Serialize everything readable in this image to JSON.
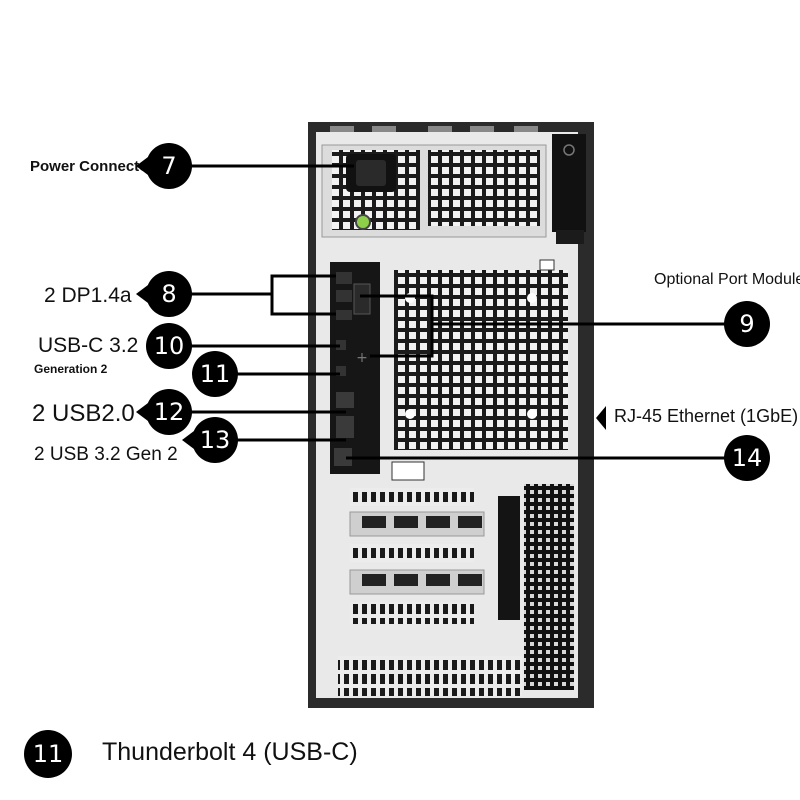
{
  "callouts": [
    {
      "num": "7",
      "label": "Power Connector"
    },
    {
      "num": "8",
      "label": "2 DP1.4a"
    },
    {
      "num": "9",
      "label": "Optional Port Module"
    },
    {
      "num": "10",
      "label": "USB-C 3.2",
      "sublabel": "Generation 2"
    },
    {
      "num": "11",
      "label": ""
    },
    {
      "num": "12",
      "label": "2 USB2.0"
    },
    {
      "num": "13",
      "label": "2 USB 3.2 Gen 2"
    },
    {
      "num": "14",
      "label": "RJ-45 Ethernet (1GbE)"
    }
  ],
  "legend": {
    "num": "11",
    "label": "Thunderbolt 4 (USB-C)"
  },
  "colors": {
    "chassis": "#2b2b2b",
    "panel": "#e9e9e9",
    "badge": "#000000",
    "power_led": "#8ecf4a"
  }
}
